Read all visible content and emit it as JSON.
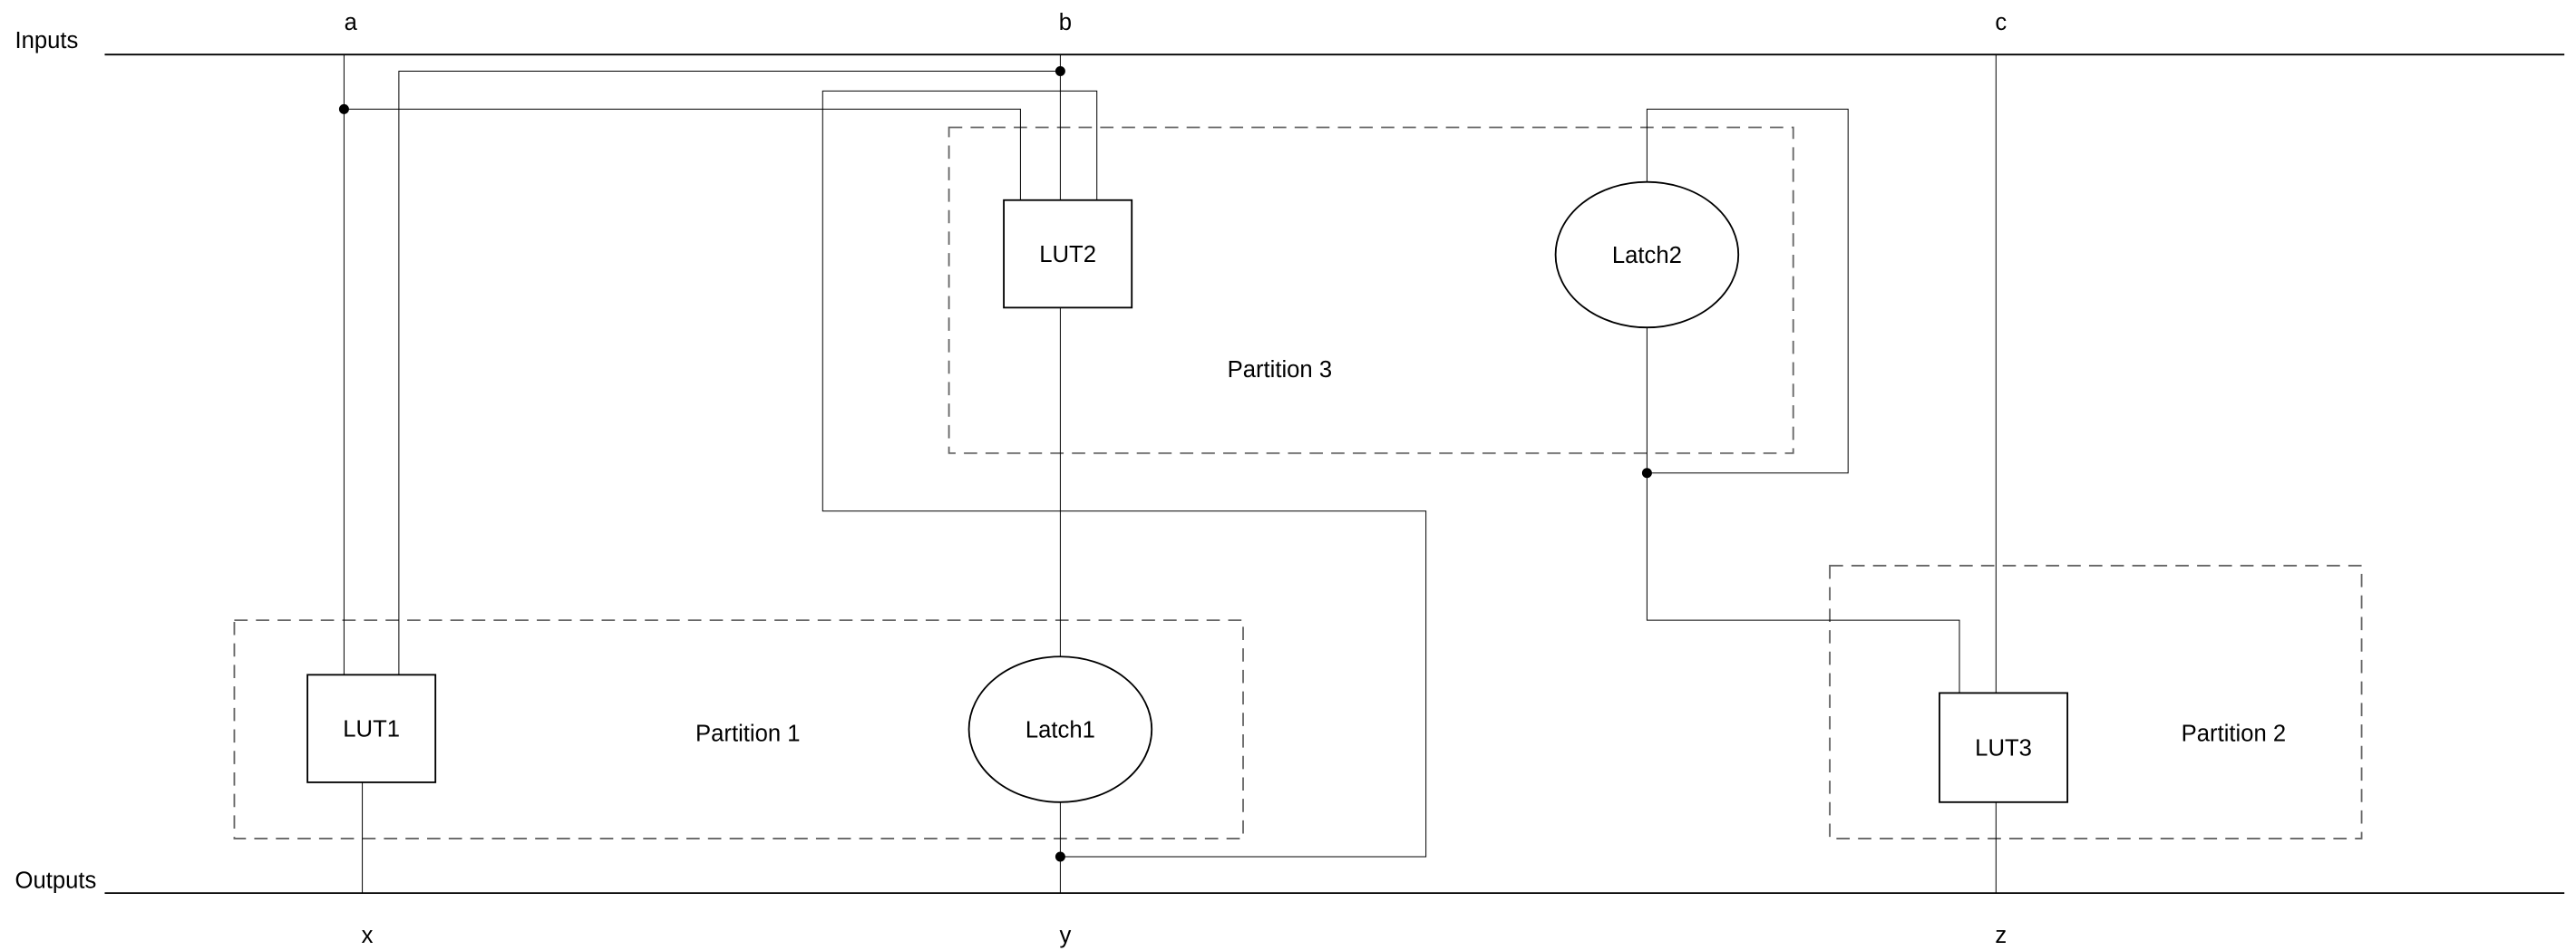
{
  "rails": {
    "inputs_label": "Inputs",
    "outputs_label": "Outputs"
  },
  "signals": {
    "a": "a",
    "b": "b",
    "c": "c",
    "x": "x",
    "y": "y",
    "z": "z"
  },
  "blocks": {
    "lut1": "LUT1",
    "lut2": "LUT2",
    "lut3": "LUT3",
    "latch1": "Latch1",
    "latch2": "Latch2"
  },
  "partitions": {
    "p1": "Partition 1",
    "p2": "Partition 2",
    "p3": "Partition 3"
  }
}
